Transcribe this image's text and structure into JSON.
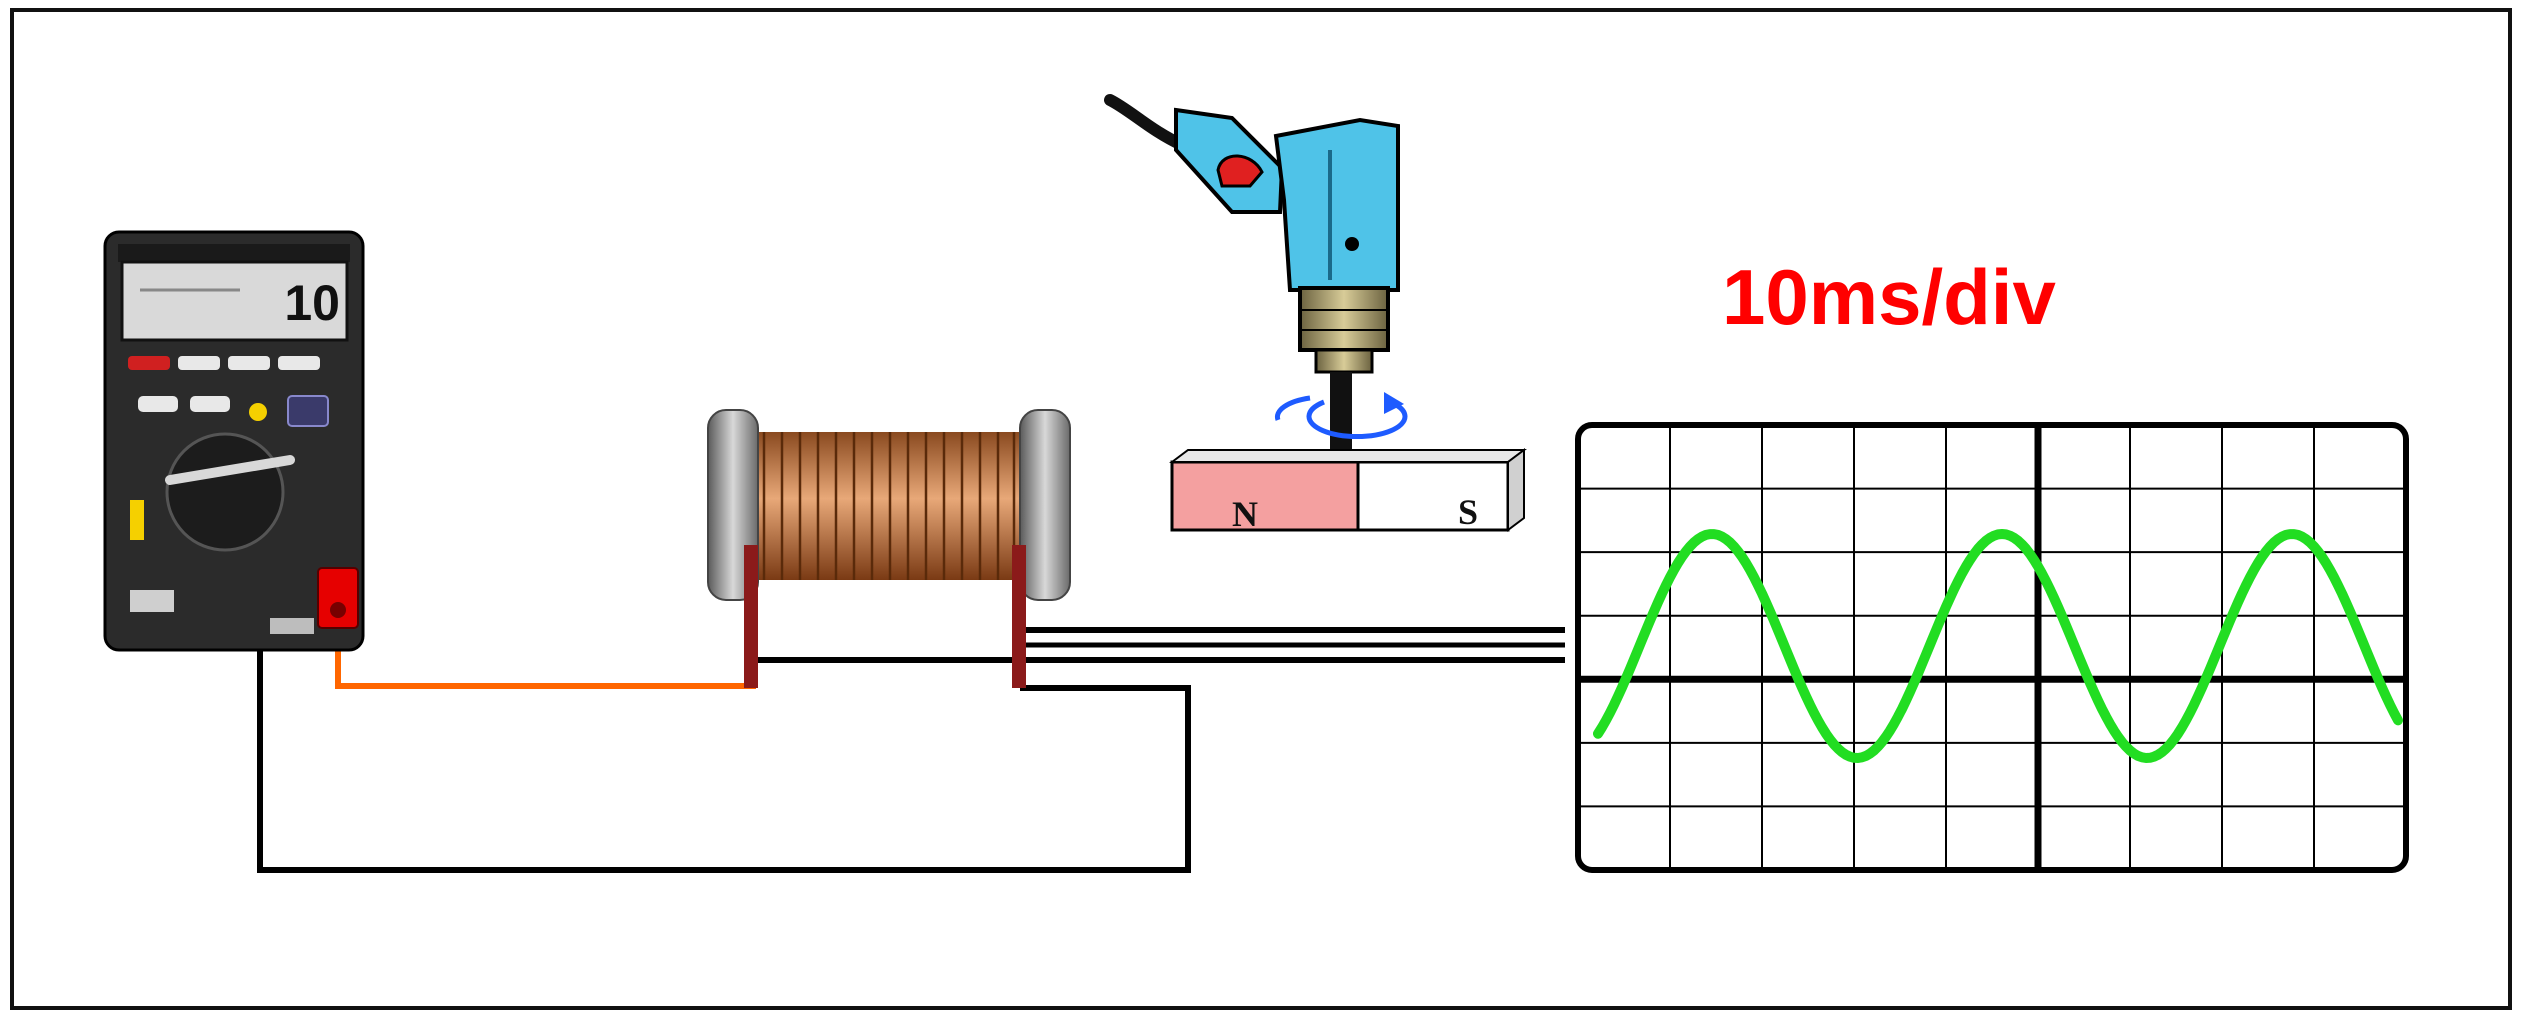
{
  "multimeter": {
    "display_value": "10",
    "colors": {
      "body": "#2b2b2b",
      "lcd": "#d9d9d9",
      "probe": "#e60000"
    }
  },
  "magnet": {
    "north_label": "N",
    "south_label": "S",
    "colors": {
      "north": "#f4a0a0",
      "south": "#ffffff"
    }
  },
  "drill": {
    "colors": {
      "body": "#4fc3e8",
      "grip": "#b9aa72",
      "trigger": "#e02020",
      "rotation_arrow": "#1e5bff"
    }
  },
  "coil": {
    "colors": {
      "winding": "#c57a45",
      "flange": "#9a9a9a",
      "leads": "#8b1a1a"
    }
  },
  "oscilloscope": {
    "timebase_label": "10ms/div",
    "colors": {
      "label": "#ff0000",
      "trace": "#22dd22",
      "grid": "#000000"
    }
  },
  "wires": {
    "colors": {
      "probe_wire": "#ff6600",
      "signal": "#000000"
    }
  }
}
